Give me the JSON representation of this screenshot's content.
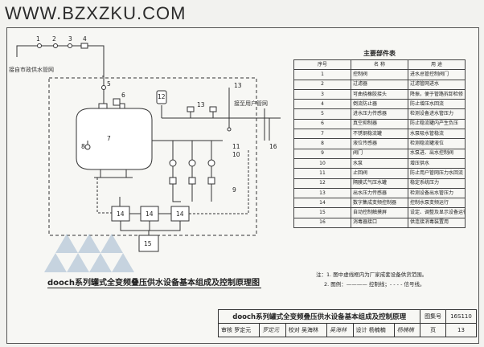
{
  "watermark": "WWW.BZXZKU.COM",
  "diagram": {
    "supply_label": "接自市政供水管网",
    "user_label": "接至用户管网",
    "numbers": {
      "n1": "1",
      "n2": "2",
      "n3": "3",
      "n4": "4",
      "n5": "5",
      "n6": "6",
      "n7": "7",
      "n8": "8",
      "n9": "9",
      "n10": "10",
      "n11": "11",
      "n12": "12",
      "n13": "13",
      "n14": "14",
      "n15": "15",
      "n16": "16"
    },
    "control_boxes": [
      "14",
      "14",
      "14"
    ],
    "box_15": "15"
  },
  "parts_table": {
    "title": "主要部件表",
    "headers": {
      "no": "序号",
      "name": "名 称",
      "use": "用 途"
    },
    "rows": [
      {
        "no": "1",
        "name": "控制阀",
        "use": "进水总管控制阀门"
      },
      {
        "no": "2",
        "name": "过滤器",
        "use": "过滤管网进水"
      },
      {
        "no": "3",
        "name": "可曲挠橡胶接头",
        "use": "降振，便于管路拆卸检修"
      },
      {
        "no": "4",
        "name": "倒流防止器",
        "use": "防止增压水回流"
      },
      {
        "no": "5",
        "name": "进水压力传感器",
        "use": "检测设备进水管压力"
      },
      {
        "no": "6",
        "name": "真空抑制器",
        "use": "防止稳流罐内产生负压"
      },
      {
        "no": "7",
        "name": "不锈钢稳流罐",
        "use": "水泵吸水管稳流"
      },
      {
        "no": "8",
        "name": "液位传感器",
        "use": "检测稳流罐液位"
      },
      {
        "no": "9",
        "name": "阀门",
        "use": "水泵进、出水控制阀"
      },
      {
        "no": "10",
        "name": "水泵",
        "use": "增压供水"
      },
      {
        "no": "11",
        "name": "止回阀",
        "use": "防止用户管网压力水回流"
      },
      {
        "no": "12",
        "name": "隔膜式气压水罐",
        "use": "稳定系统压力"
      },
      {
        "no": "13",
        "name": "出水压力传感器",
        "use": "检测设备出水管压力"
      },
      {
        "no": "14",
        "name": "数字集成变频控制器",
        "use": "控制水泵变频运行"
      },
      {
        "no": "15",
        "name": "自动控制触摸屏",
        "use": "设定、调整及显示设备运行参数"
      },
      {
        "no": "16",
        "name": "消毒器接口",
        "use": "供连接消毒装置用"
      }
    ]
  },
  "notes": {
    "note1": "注：1. 图中虚线框内为厂家成套设备供货范围。",
    "note2": "2. 图例：———— 控制线；- - - - 信号线。"
  },
  "caption": "dooch系列罐式全变频叠压供水设备基本组成及控制原理图",
  "title_block": {
    "title": "dooch系列罐式全变频叠压供水设备基本组成及控制原理",
    "atlas_label": "图集号",
    "atlas_no": "16S110",
    "review_label": "审核",
    "reviewer": "罗定元",
    "check_label": "校对",
    "checker": "吴海林",
    "design_label": "设计",
    "designer": "杨楠楠",
    "page_label": "页",
    "page_no": "13"
  }
}
